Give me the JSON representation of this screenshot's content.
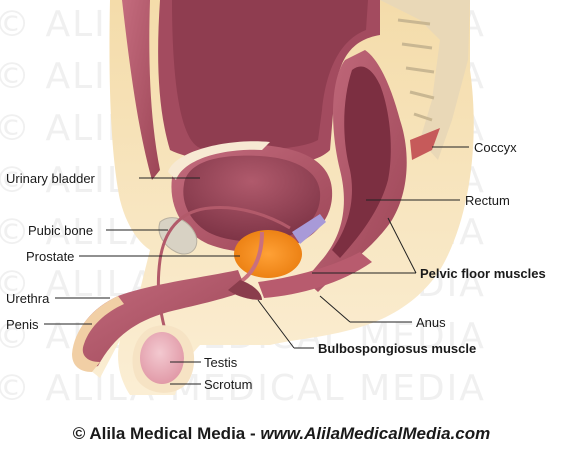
{
  "watermark": {
    "text": "© ALILA MEDICAL MEDIA"
  },
  "labels": {
    "urinary_bladder": "Urinary bladder",
    "pubic_bone": "Pubic bone",
    "prostate": "Prostate",
    "urethra": "Urethra",
    "penis": "Penis",
    "testis": "Testis",
    "scrotum": "Scrotum",
    "coccyx": "Coccyx",
    "rectum": "Rectum",
    "pelvic_floor_muscles": "Pelvic floor muscles",
    "anus": "Anus",
    "bulbospongiosus_muscle": "Bulbospongiosus muscle"
  },
  "credit": {
    "owner": "© Alila Medical Media - ",
    "url": "www.AlilaMedicalMedia.com"
  },
  "colors": {
    "body_tan": "#f2d9a4",
    "skin_light": "#f7e6c6",
    "muscle_wall": "#b85b6e",
    "muscle_dark": "#8a3d4c",
    "bladder_lumen": "#9b4459",
    "prostate": "#f08a1c",
    "seminal_vesicle": "#a99ad8",
    "bone": "#d7d2c6",
    "leader_line": "#222222"
  }
}
